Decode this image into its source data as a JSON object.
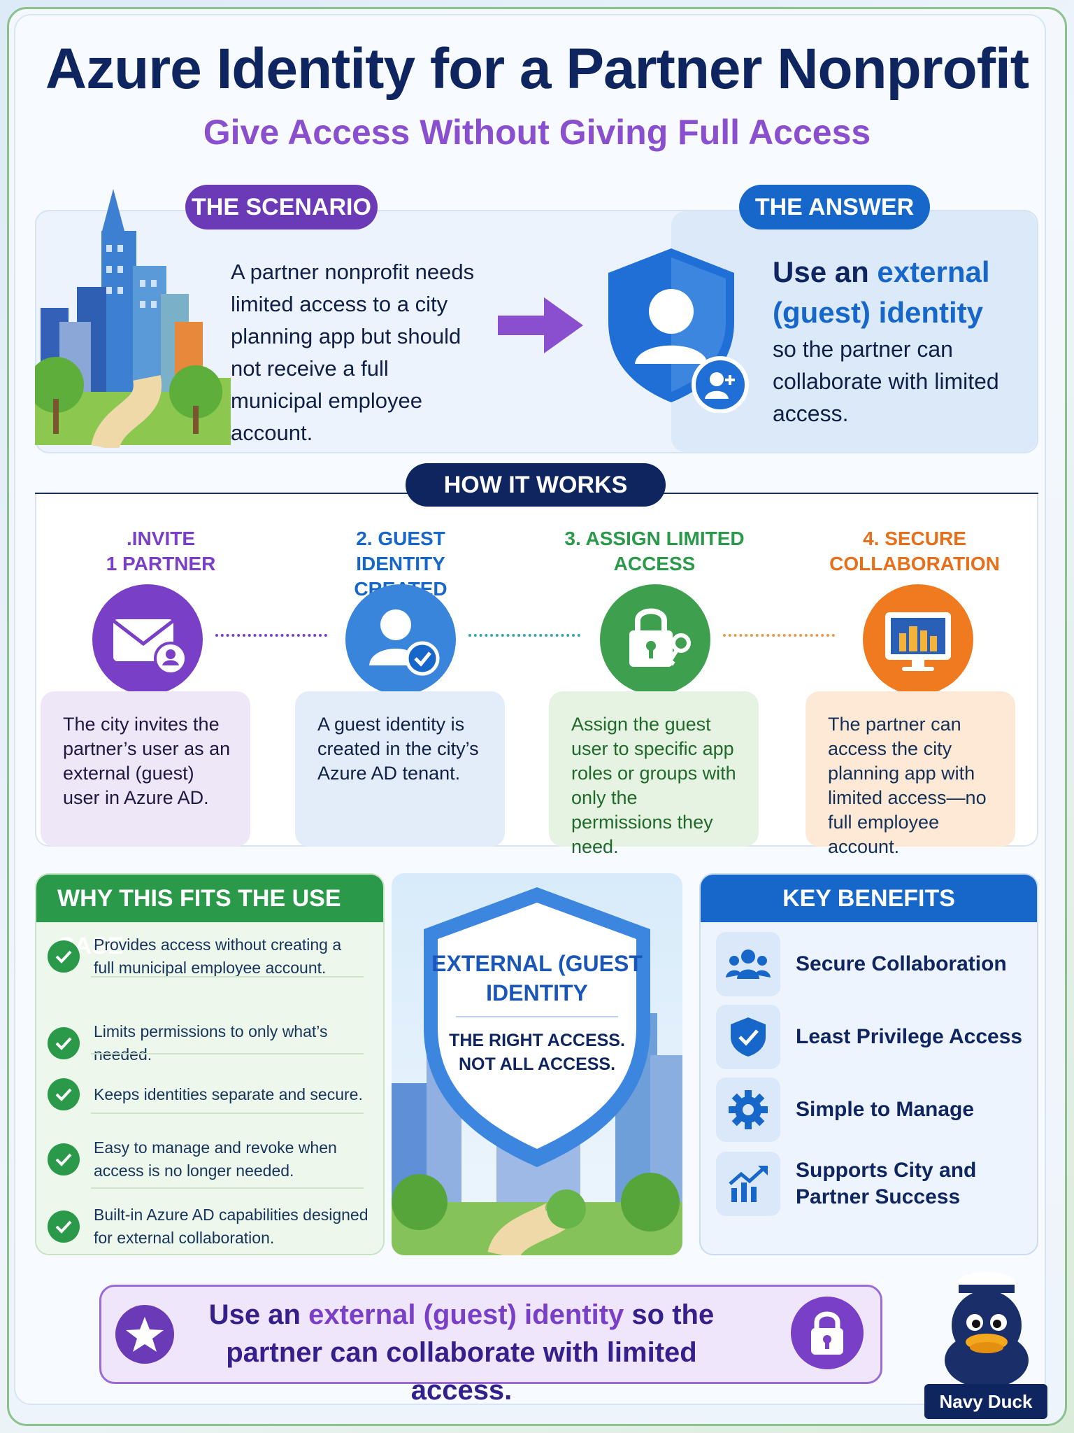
{
  "header": {
    "title": "Azure Identity for a Partner Nonprofit",
    "subtitle": "Give Access Without Giving Full Access"
  },
  "scenario": {
    "label": "THE SCENARIO",
    "text": "A partner nonprofit needs limited access to a city planning app but should not receive a full municipal employee account."
  },
  "answer": {
    "label": "THE ANSWER",
    "head_prefix": "Use an ",
    "head_highlight": "external (guest) identity",
    "body": "so the partner can collaborate with limited access."
  },
  "how_it_works": {
    "label": "HOW IT WORKS",
    "steps": [
      {
        "title": ".INVITE\n1 PARTNER",
        "text": "The city invites the partner’s user as an external (guest) user in Azure AD."
      },
      {
        "title": "2. GUEST IDENTITY\nCREATED",
        "text": "A guest identity is created in the city’s Azure AD tenant."
      },
      {
        "title": "3. ASSIGN LIMITED\nACCESS",
        "text": "Assign the guest user to specific app roles or groups with only the permissions they need."
      },
      {
        "title": "4. SECURE\nCOLLABORATION",
        "text": "The partner can access the city planning app with limited access—no full employee account."
      }
    ]
  },
  "why": {
    "label": "WHY THIS FITS THE USE CASE",
    "items": [
      "Provides access without creating a full municipal employee account.",
      "Limits permissions to only what’s needed.",
      "Keeps identities separate and secure.",
      "Easy to manage and revoke when access is no longer needed.",
      "Built-in Azure AD capabilities designed for external collaboration."
    ]
  },
  "center_shield": {
    "title": "EXTERNAL (GUEST IDENTITY",
    "tagline": "THE RIGHT ACCESS. NOT ALL ACCESS."
  },
  "benefits": {
    "label": "KEY BENEFITS",
    "items": [
      {
        "label": "Secure Collaboration",
        "icon": "people-icon"
      },
      {
        "label": "Least Privilege Access",
        "icon": "shield-check-icon"
      },
      {
        "label": "Simple to Manage",
        "icon": "gear-icon"
      },
      {
        "label": "Supports City and Partner Success",
        "icon": "chart-up-icon"
      }
    ]
  },
  "footer": {
    "prefix": "Use an ",
    "highlight": "external (guest) identity",
    "suffix": " so the partner can collaborate with limited access.",
    "mascot_label": "Navy Duck"
  },
  "colors": {
    "navy": "#0f2560",
    "purple": "#6b3ab6",
    "blue": "#1667c9",
    "green": "#2a9a4a",
    "orange": "#e86f1a"
  }
}
